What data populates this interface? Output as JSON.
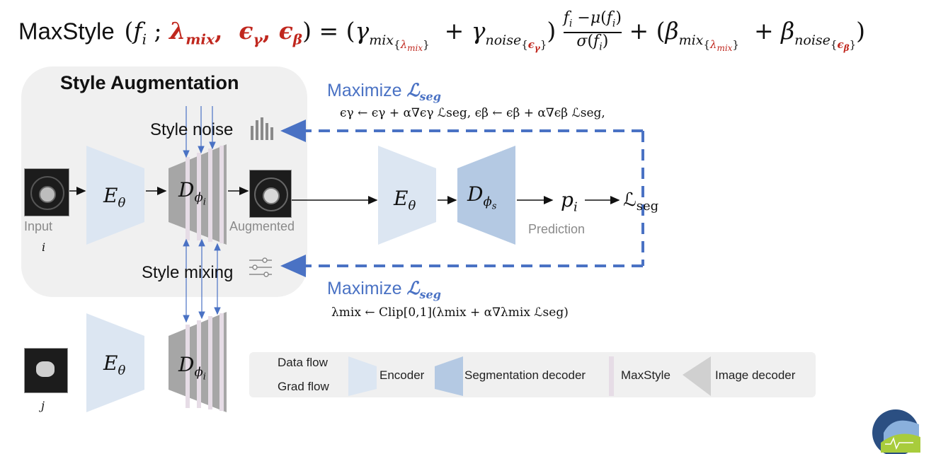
{
  "formula": {
    "lhs_name": "MaxStyle",
    "text_1": "(f",
    "sub_i": "i",
    "sep": " ; ",
    "lambda": "λ",
    "mix": "mix",
    "comma": ",",
    "eps": "ϵ",
    "gamma": "γ",
    "beta": "β",
    "eq_rhs_1": ") = (γ",
    "noise": "noise",
    "plus": " + ",
    "fraction_num": "f",
    "fraction_num_rest": " − μ(f",
    "fraction_den": "σ(f",
    "tail_1": " + (β"
  },
  "style_augmentation": {
    "title": "Style Augmentation",
    "style_noise": "Style noise",
    "style_mixing": "Style mixing"
  },
  "blocks": {
    "encoder_symbol": "E",
    "encoder_sub": "θ",
    "decoder_symbol": "D",
    "decoder_sub_i": "ϕ",
    "decoder_sub_i_i": "i",
    "seg_decoder_sub": "ϕ",
    "seg_decoder_sub_s": "s",
    "prediction_symbol": "p",
    "prediction_sub": "i",
    "loss_symbol": "ℒ",
    "loss_sub": "seg"
  },
  "labels": {
    "input": "Input",
    "input_index": "i",
    "augmented": "Augmented",
    "prediction": "Prediction",
    "second_index": "j"
  },
  "maximize": {
    "label": "Maximize",
    "loss": "ℒ",
    "loss_sub": "seg",
    "update_noise": "ϵγ ← ϵγ + α∇ϵγ ℒseg,   ϵβ ← ϵβ + α∇ϵβ ℒseg,",
    "update_mix": "λmix ← Clip[0,1](λmix + α∇λmix ℒseg)"
  },
  "legend": {
    "data_flow": "Data flow",
    "grad_flow": "Grad flow",
    "encoder": "Encoder",
    "segmentation_decoder": "Segmentation decoder",
    "maxstyle": "MaxStyle",
    "image_decoder": "Image decoder"
  },
  "colors": {
    "encoder_fill": "#dce6f2",
    "seg_decoder_fill": "#b4c9e3",
    "image_decoder_fill": "#a6a6a6",
    "maxstyle_stripe": "#e6dce6",
    "grad_arrow": "#4a72c4",
    "red_param": "#c0271e"
  }
}
